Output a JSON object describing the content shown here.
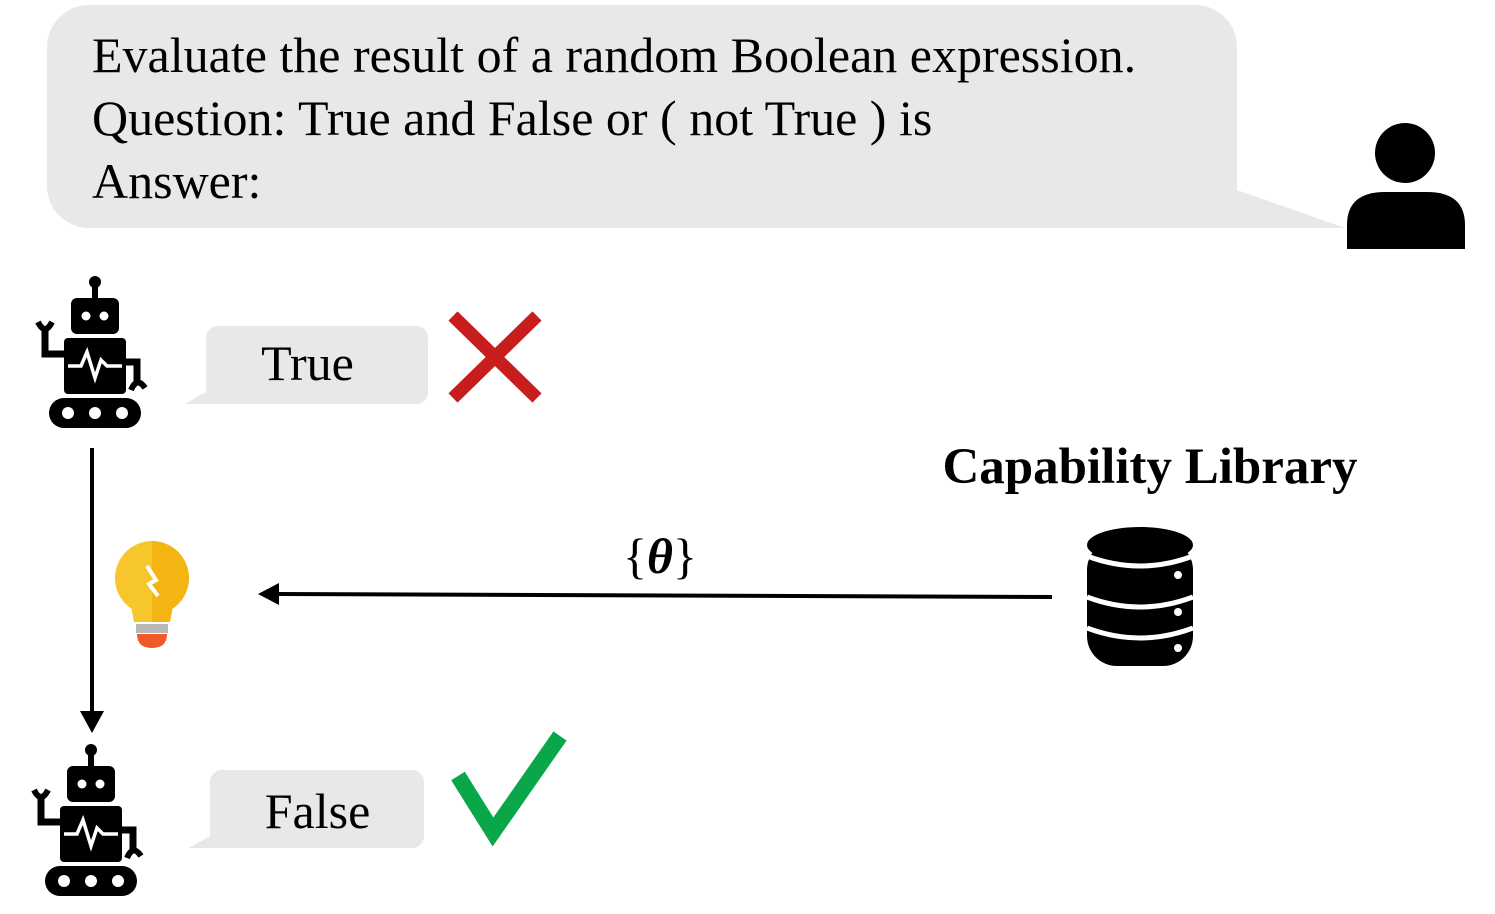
{
  "prompt": {
    "line1": "Evaluate the result of a random Boolean expression.",
    "line2": "Question: True and False or ( not True ) is",
    "line3": "Answer:"
  },
  "first_reply": {
    "text": "True",
    "verdict_icon": "cross-icon"
  },
  "second_reply": {
    "text": "False",
    "verdict_icon": "check-icon"
  },
  "library": {
    "label": "Capability Library",
    "icon": "database-icon"
  },
  "arrow_label": {
    "open": "{",
    "symbol": "θ",
    "close": "}"
  },
  "colors": {
    "bubble": "#e8e8e8",
    "cross": "#c81d1d",
    "check": "#0aa64a",
    "bulb": "#f7c52c",
    "bulb_base": "#f05a28"
  }
}
